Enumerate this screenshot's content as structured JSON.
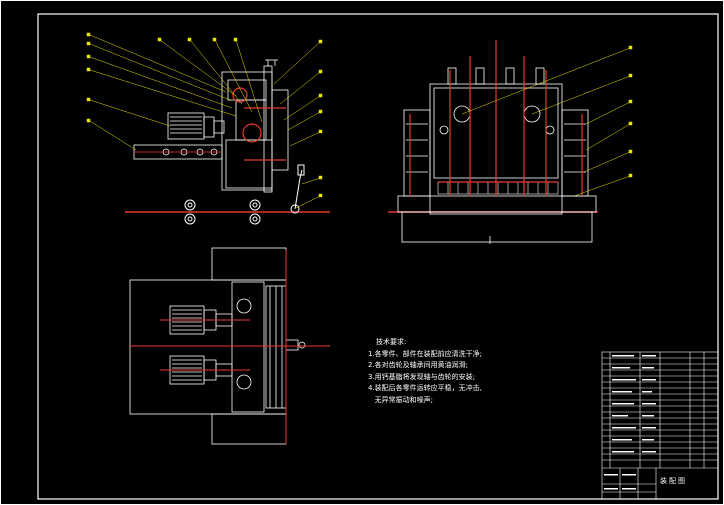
{
  "drawing": {
    "colors": {
      "background": "#000000",
      "line": "#ffffff",
      "accent": "#e8392c",
      "leader": "#e8e400"
    },
    "technical_requirements": {
      "heading": "技术要求:",
      "items": [
        "1.各零件、部件在装配前应清洗干净;",
        "2.各对齿轮及轴承间用黄油润滑;",
        "3.用钙基脂将发现轴与齿轮的安装;",
        "4.装配后各零件运转应平稳，无冲击,",
        "   无异常振动和噪声;"
      ]
    },
    "title_block": {
      "drawing_name": "装配图"
    }
  }
}
